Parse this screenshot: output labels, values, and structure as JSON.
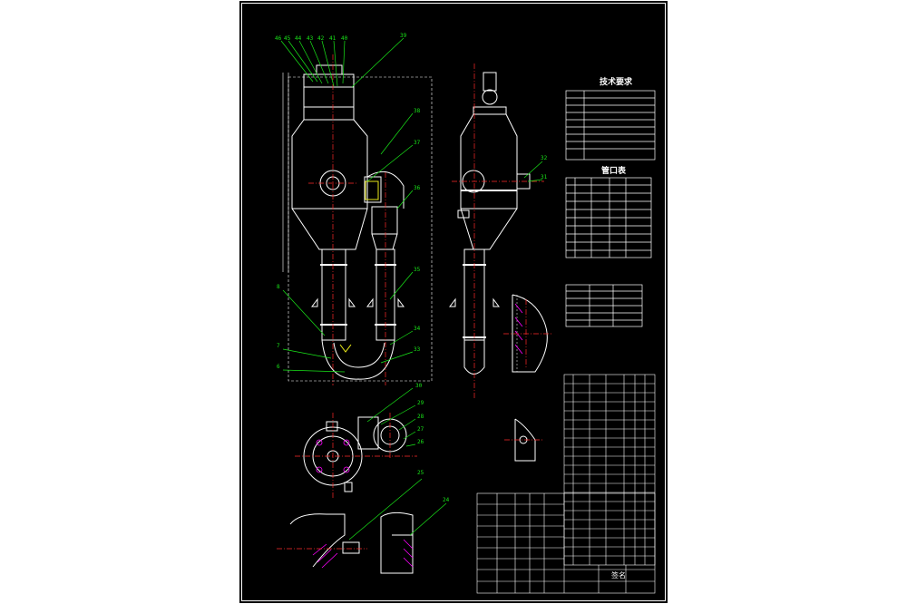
{
  "drawing": {
    "tech_req_title": "技术要求",
    "nozzle_table_title": "管口表",
    "signature_label": "签名"
  },
  "colors": {
    "background": "#000000",
    "border": "#ffffff",
    "outline": "#ffffff",
    "leader": "#19e619",
    "centerline": "#ff2a2a",
    "yellow": "#e6e619",
    "magenta": "#ff00ff"
  }
}
